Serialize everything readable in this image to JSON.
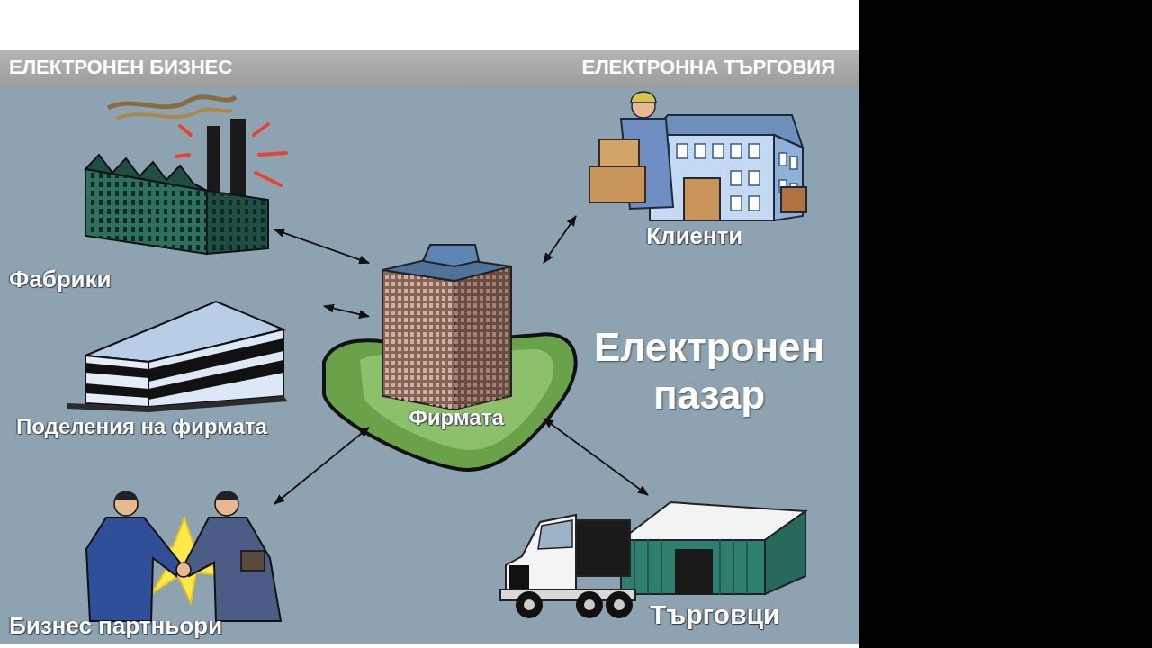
{
  "diagram": {
    "nodes": [
      {
        "text": [
          "Фабрики"
        ]
      },
      {
        "text": [
          "Клиенти"
        ]
      },
      {
        "text": [
          "Поделения на фирмата"
        ]
      },
      {
        "text": [
          "Фирмата"
        ]
      },
      {
        "text": [
          "Бизнес партньори"
        ]
      },
      {
        "text": [
          "Търговци"
        ]
      }
    ],
    "edges": [
      {
        "from": 3,
        "to": 0,
        "arrow": "both"
      },
      {
        "from": 3,
        "to": 1,
        "arrow": "both"
      },
      {
        "from": 3,
        "to": 2,
        "arrow": "both"
      },
      {
        "from": 3,
        "to": 4,
        "arrow": "both"
      },
      {
        "from": 3,
        "to": 5,
        "arrow": "both"
      }
    ],
    "labels": [
      "ЕЛЕКТРОНЕН БИЗНЕС",
      "ЕЛЕКТРОННА ТЪРГОВИЯ",
      "Електронен пазар"
    ]
  }
}
